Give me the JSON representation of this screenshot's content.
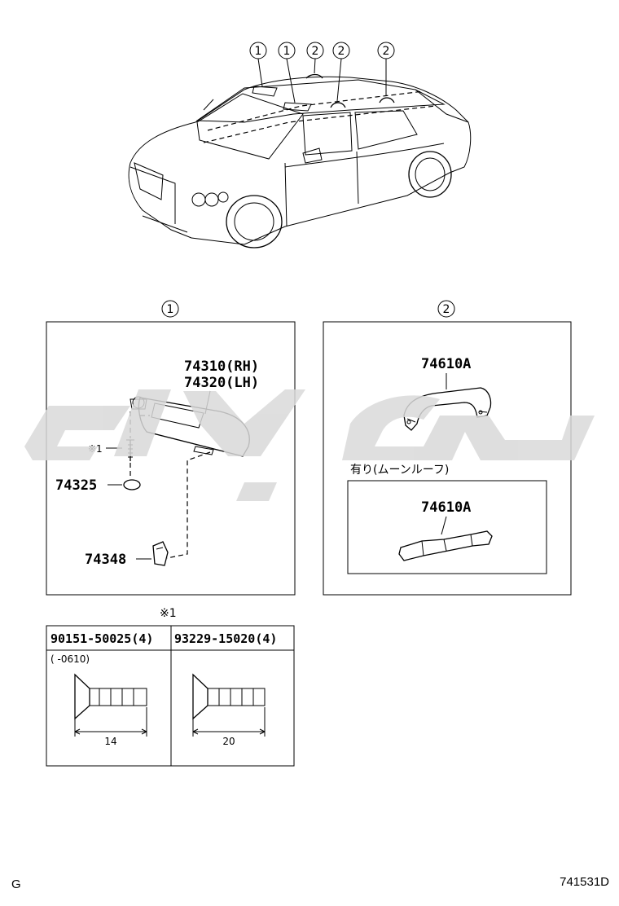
{
  "callouts": {
    "one": "1",
    "two": "2"
  },
  "panel1": {
    "part_rh": "74310(RH)",
    "part_lh": "74320(LH)",
    "screw_note": "※1",
    "part_74325": "74325",
    "part_74348": "74348"
  },
  "panel2": {
    "part_grip": "74610A",
    "moonroof_label": "有り(ムーンルーフ)",
    "part_grip_moonroof": "74610A"
  },
  "screw_table": {
    "title": "※1",
    "col1_part": "90151-50025(4)",
    "col2_part": "93229-15020(4)",
    "col1_note": "(      -0610)",
    "col1_length": "14",
    "col2_length": "20"
  },
  "footer": {
    "left_mark": "G",
    "diagram_id": "741531D"
  },
  "icons": [
    "car-illustration",
    "sun-visor-icon",
    "assist-grip-icon",
    "screw-icon",
    "watermark-logo"
  ]
}
